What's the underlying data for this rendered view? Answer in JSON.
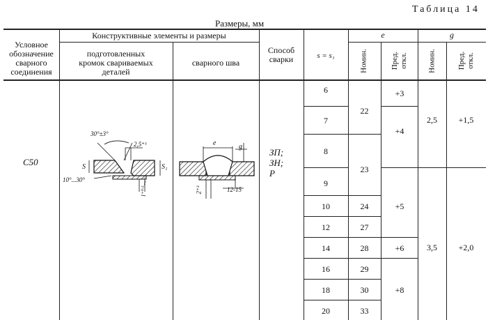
{
  "table_title": "Таблица 14",
  "sizes_title": "Размеры, мм",
  "headers": {
    "designation": [
      "Условное",
      "обозначение",
      "сварного",
      "соединения"
    ],
    "elements": "Конструктивные элементы и размеры",
    "prepared_edges": [
      "подготовленных",
      "кромок свариваемых",
      "деталей"
    ],
    "weld_seam": "сварного шва",
    "method": [
      "Способ",
      "сварки"
    ],
    "s_col": "s = s₁",
    "e": "e",
    "g": "g",
    "e_nom": "Номин.",
    "e_dev": [
      "Пред.",
      "откл."
    ],
    "g_nom": "Номин.",
    "g_dev": [
      "Пред.",
      "откл."
    ]
  },
  "designation_value": "С50",
  "method_value": [
    "ЗП;",
    "ЗН;",
    "Р"
  ],
  "s_values": [
    "6",
    "7",
    "8",
    "9",
    "10",
    "12",
    "14",
    "16",
    "18",
    "20"
  ],
  "e_nominal": [
    "22",
    "23",
    "24",
    "27",
    "28",
    "29",
    "30",
    "33"
  ],
  "e_deviation": [
    "+3",
    "+4",
    "+5",
    "+6",
    "+8"
  ],
  "g_nominal": [
    "2,5",
    "3,5"
  ],
  "g_deviation": [
    "+1,5",
    "+2,0"
  ],
  "drawing_labels": {
    "angle_top": "30°±3°",
    "gap_right": "2,5⁺¹",
    "angle_bottom": "10°...30°",
    "s_left": "S",
    "s1_right": "S₁",
    "tol_bottom": "1⁺⁰·⁵₋₀.₂",
    "e_label": "e",
    "g_label": "g",
    "gap_seam": "2⁺³",
    "bottom_seam": "12-15"
  }
}
